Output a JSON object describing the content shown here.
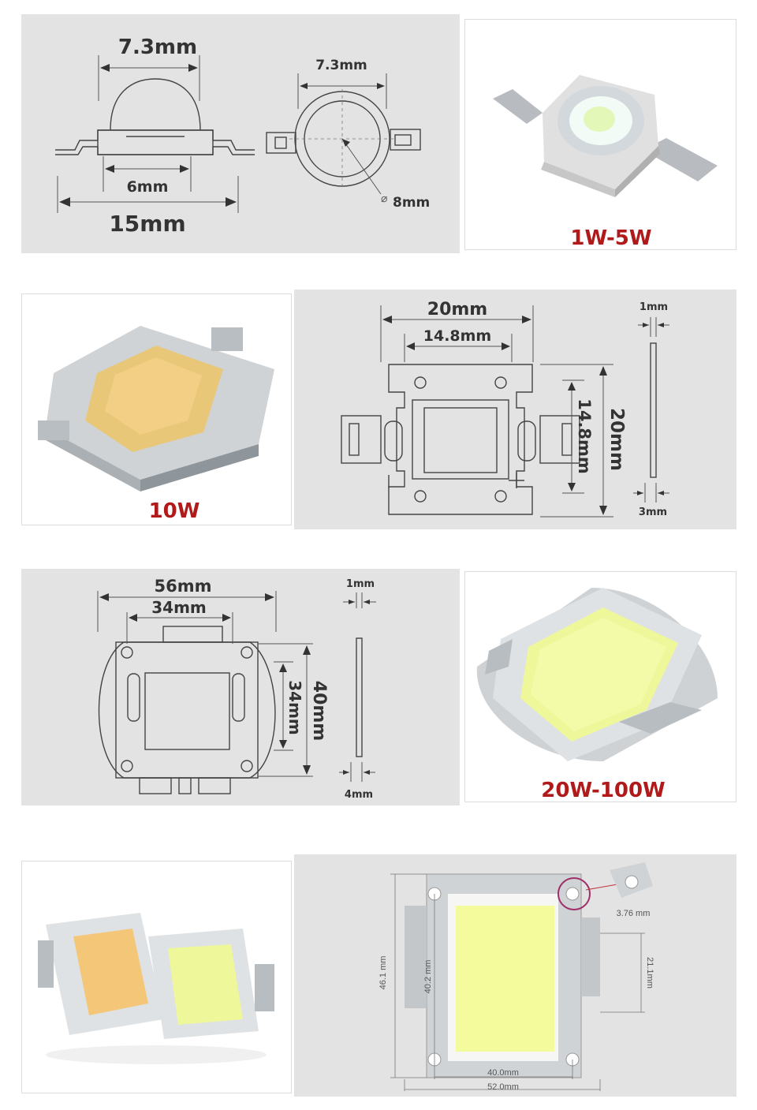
{
  "row1": {
    "side_view": {
      "top_dim": "7.3mm",
      "lens_dim": "6mm",
      "total_dim": "15mm"
    },
    "top_view": {
      "top_dim": "7.3mm",
      "diameter_dim": "8mm"
    },
    "photo_label": "1W-5W"
  },
  "row2": {
    "photo_label": "10W",
    "drawing": {
      "outer_width": "20mm",
      "inner_width": "14.8mm",
      "inner_height": "14.8mm",
      "outer_height": "20mm",
      "thickness_top": "1mm",
      "thickness_bottom": "3mm"
    }
  },
  "row3": {
    "drawing": {
      "outer_width": "56mm",
      "inner_width": "34mm",
      "inner_height": "34mm",
      "outer_height": "40mm",
      "thickness_top": "1mm",
      "thickness_bottom": "4mm"
    },
    "photo_label": "20W-100W"
  },
  "row4": {
    "drawing": {
      "hole_dim": "3.76 mm",
      "height_total": "46.1 mm",
      "height_chip": "40.2 mm",
      "height_pad": "21.1mm",
      "width_chip": "40.0mm",
      "width_total": "52.0mm"
    }
  },
  "colors": {
    "accent_red": "#b01a1a",
    "panel_gray": "#e3e3e3",
    "warm_chip": "#f3c777",
    "cool_chip": "#eef79a"
  }
}
